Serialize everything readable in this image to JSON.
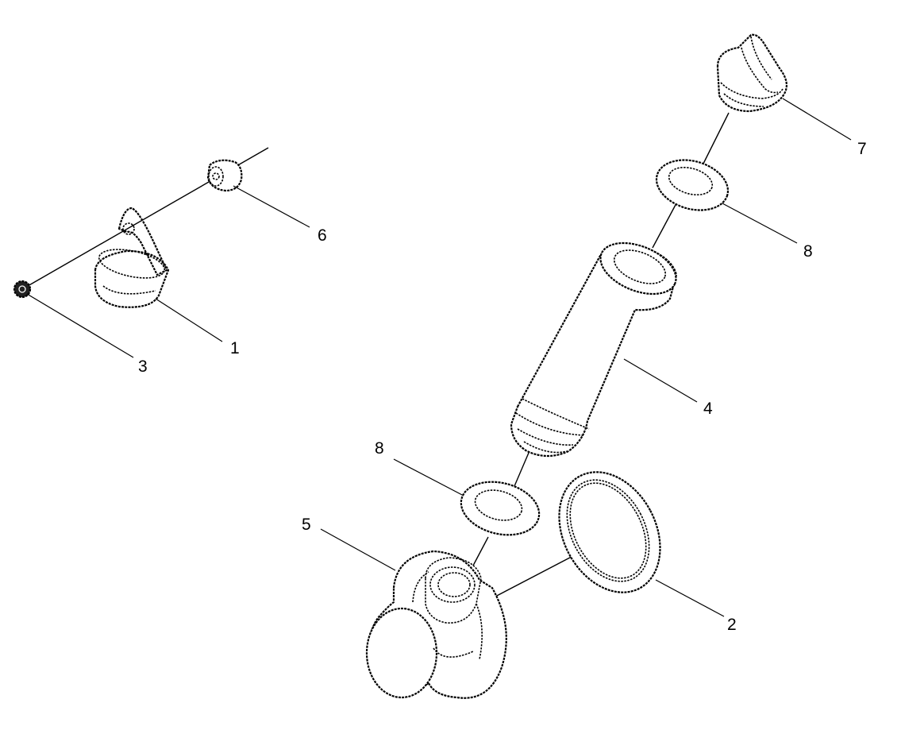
{
  "diagram": {
    "callouts": [
      "1",
      "2",
      "3",
      "4",
      "5",
      "6",
      "7",
      "8",
      "8"
    ]
  }
}
